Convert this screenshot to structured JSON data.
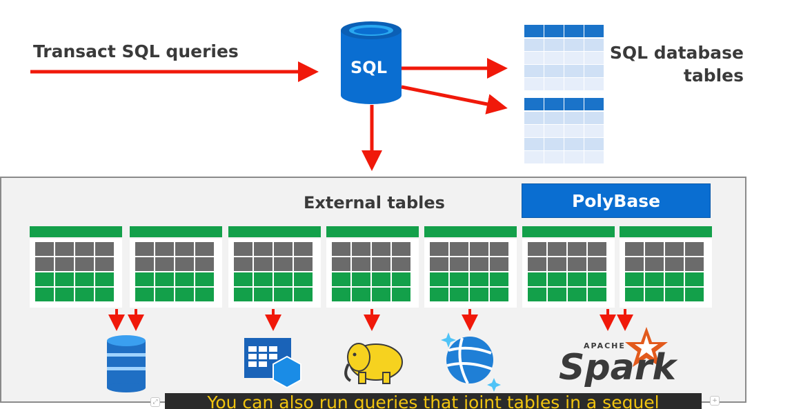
{
  "labels": {
    "transact": "Transact SQL queries",
    "sql_db_line1": "SQL database",
    "sql_db_line2": "tables",
    "sql_badge": "SQL",
    "external_tables": "External tables",
    "polybase": "PolyBase"
  },
  "sources": {
    "spark_small": "APACHE",
    "spark_big": "Spark"
  },
  "caption": {
    "text": "You can also run queries that joint tables in a sequel"
  },
  "colors": {
    "arrow": "#f0190a",
    "sql_blue": "#0a6ed1",
    "table_blue": "#1a73c9",
    "table_green": "#13a04a",
    "table_gray": "#6b6b6b",
    "caption_text": "#f1c40f"
  },
  "icons": [
    "sql-server-database-icon",
    "azure-sql-database-icon",
    "azure-blob-table-icon",
    "hadoop-elephant-icon",
    "cosmos-db-icon",
    "apache-spark-logo"
  ]
}
